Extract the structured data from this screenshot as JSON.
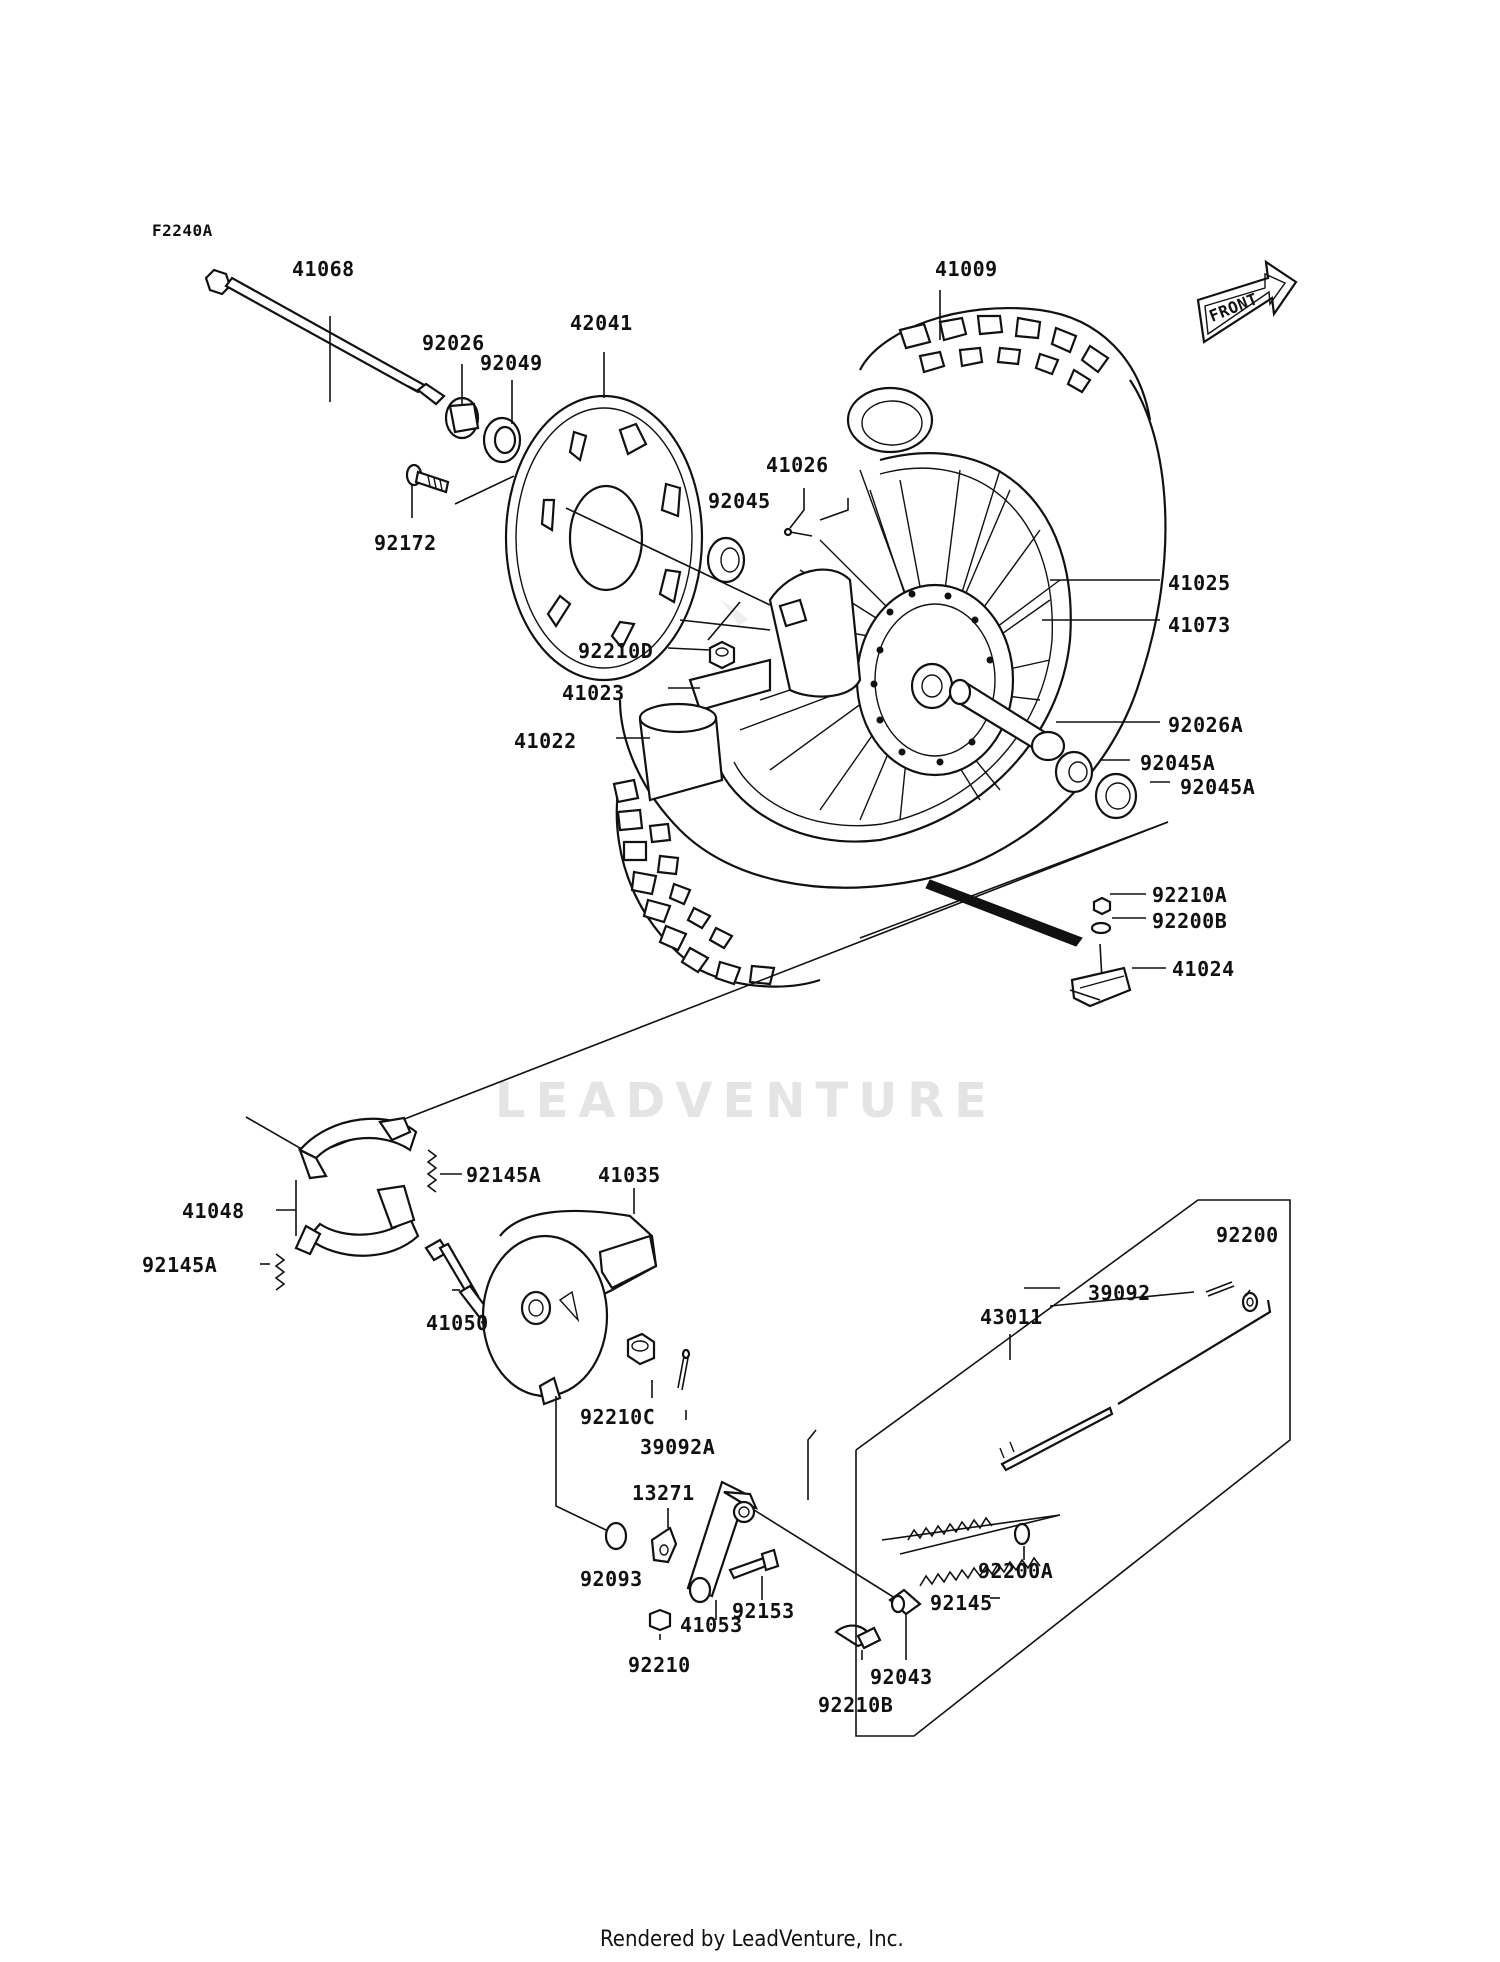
{
  "diagram_code": "F2240A",
  "front_label": "FRONT",
  "watermark": "LEADVENTURE",
  "footer": "Rendered by LeadVenture, Inc.",
  "labels": {
    "p41068": "41068",
    "p92026": "92026",
    "p92049": "92049",
    "p42041": "42041",
    "p41009": "41009",
    "p92172": "92172",
    "p41026": "41026",
    "p92045": "92045",
    "p41025": "41025",
    "p41073": "41073",
    "p92210D": "92210D",
    "p41023": "41023",
    "p41022": "41022",
    "p92026A": "92026A",
    "p92045A_1": "92045A",
    "p92045A_2": "92045A",
    "p92210A": "92210A",
    "p92200B": "92200B",
    "p41024": "41024",
    "p41048": "41048",
    "p92145A_1": "92145A",
    "p41035": "41035",
    "p92145A_2": "92145A",
    "p41050": "41050",
    "p92210C": "92210C",
    "p39092A": "39092A",
    "p13271": "13271",
    "p92093": "92093",
    "p92210": "92210",
    "p41053": "41053",
    "p92153": "92153",
    "p43011": "43011",
    "p92200": "92200",
    "p39092": "39092",
    "p92200A": "92200A",
    "p92145": "92145",
    "p92043": "92043",
    "p92210B": "92210B"
  }
}
